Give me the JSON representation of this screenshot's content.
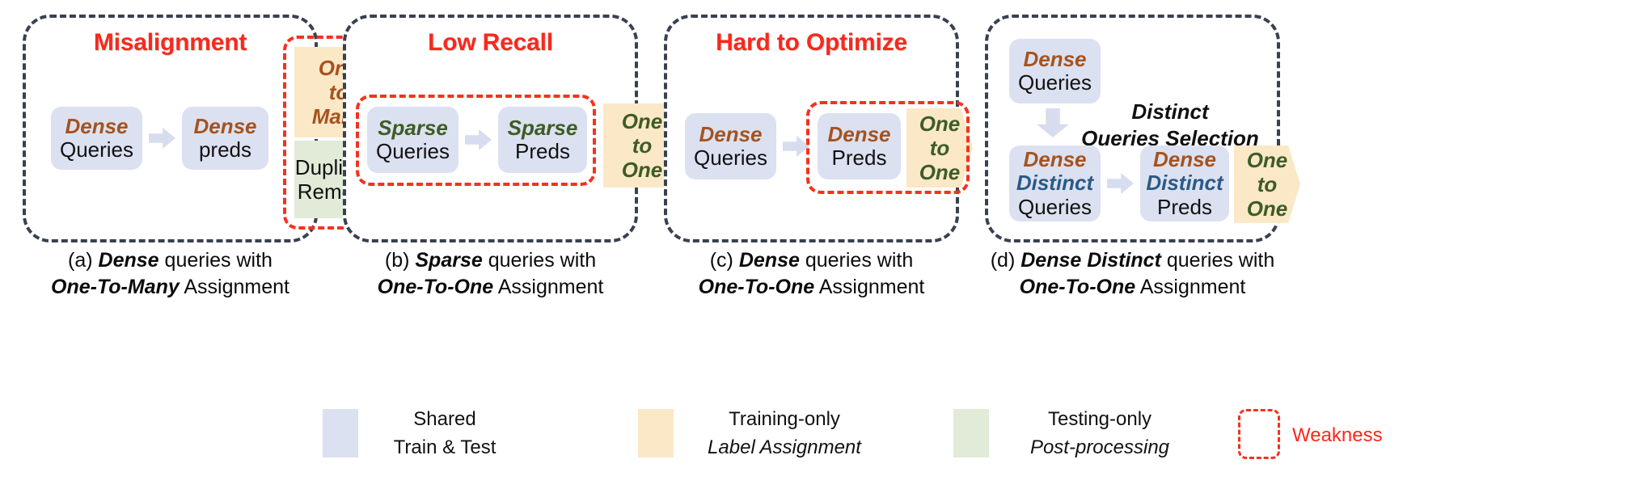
{
  "figure": {
    "type": "diagram",
    "description": "Four-panel comparison of query/assignment designs for detection, with a shared legend."
  },
  "panels": [
    {
      "id": "a",
      "title": "Misalignment",
      "caption_line1_prefix": "(a) ",
      "caption_line1_em": "Dense",
      "caption_line1_suffix": " queries with",
      "caption_line2_em": "One-To-Many",
      "caption_line2_suffix": " Assignment",
      "nodes": [
        {
          "name": "queries-box",
          "line1": "Dense",
          "line1_color": "brown",
          "line2": "Queries"
        },
        {
          "name": "preds-box",
          "line1": "Dense",
          "line1_color": "brown",
          "line2": "preds"
        },
        {
          "name": "one-to-many-chevron",
          "lines": [
            "One",
            "to",
            "Many"
          ],
          "fill": "yellow",
          "text_color": "brown"
        },
        {
          "name": "duplicate-removal-chevron",
          "lines": [
            "Duplicate",
            "Removal"
          ],
          "fill": "green",
          "text_color": "black"
        }
      ],
      "weakness_region": "one-to-many-and-duplicate-removal"
    },
    {
      "id": "b",
      "title": "Low Recall",
      "caption_line1_prefix": "(b) ",
      "caption_line1_em": "Sparse",
      "caption_line1_suffix": " queries with",
      "caption_line2_em": "One-To-One",
      "caption_line2_suffix": " Assignment",
      "nodes": [
        {
          "name": "queries-box",
          "line1": "Sparse",
          "line1_color": "green",
          "line2": "Queries"
        },
        {
          "name": "preds-box",
          "line1": "Sparse",
          "line1_color": "green",
          "line2": "Preds"
        },
        {
          "name": "one-to-one-chevron",
          "lines": [
            "One",
            "to",
            "One"
          ],
          "fill": "yellow",
          "text_color": "green"
        }
      ],
      "weakness_region": "sparse-queries-and-preds"
    },
    {
      "id": "c",
      "title": "Hard to Optimize",
      "caption_line1_prefix": "(c) ",
      "caption_line1_em": "Dense",
      "caption_line1_suffix": " queries with",
      "caption_line2_em": "One-To-One",
      "caption_line2_suffix": " Assignment",
      "nodes": [
        {
          "name": "queries-box",
          "line1": "Dense",
          "line1_color": "brown",
          "line2": "Queries"
        },
        {
          "name": "preds-box",
          "line1": "Dense",
          "line1_color": "brown",
          "line2": "Preds"
        },
        {
          "name": "one-to-one-chevron",
          "lines": [
            "One",
            "to",
            "One"
          ],
          "fill": "yellow",
          "text_color": "green"
        }
      ],
      "weakness_region": "dense-preds-and-one-to-one"
    },
    {
      "id": "d",
      "title": "",
      "caption_line1_prefix": "(d) ",
      "caption_line1_em": "Dense Distinct",
      "caption_line1_suffix": " queries with",
      "caption_line2_em": "One-To-One",
      "caption_line2_suffix": " Assignment",
      "step_label_line1": "Distinct",
      "step_label_line2": "Queries Selection",
      "nodes": [
        {
          "name": "dense-queries-box",
          "line1": "Dense",
          "line1_color": "brown",
          "line2": "Queries"
        },
        {
          "name": "dense-distinct-queries-box",
          "line1": "Dense",
          "line1_color": "brown",
          "line2": "Distinct",
          "line2_color": "blue",
          "line3": "Queries"
        },
        {
          "name": "dense-distinct-preds-box",
          "line1": "Dense",
          "line1_color": "brown",
          "line2": "Distinct",
          "line2_color": "blue",
          "line3": "Preds"
        },
        {
          "name": "one-to-one-chevron",
          "lines": [
            "One",
            "to",
            "One"
          ],
          "fill": "yellow",
          "text_color": "green"
        }
      ],
      "weakness_region": null
    }
  ],
  "legend": {
    "items": [
      {
        "swatch": "blue",
        "line1": "Shared",
        "line2": "Train & Test",
        "line2_italic": false
      },
      {
        "swatch": "yellow",
        "line1": "Training-only",
        "line2": "Label Assignment",
        "line2_italic": true
      },
      {
        "swatch": "green",
        "line1": "Testing-only",
        "line2": "Post-processing",
        "line2_italic": true
      },
      {
        "swatch": "dash",
        "line1": "Weakness",
        "line2": "",
        "line2_italic": false
      }
    ]
  },
  "colors": {
    "panel_border": "#39414f",
    "weakness_red": "#f4321f",
    "title_red": "#f8291c",
    "box_blue": "#dce1f1",
    "chevron_yellow": "#fbe8c6",
    "chevron_green": "#e1ebd8",
    "dense_brown": "#a5531f",
    "sparse_green": "#3d5c26",
    "distinct_blue": "#2a5a86"
  }
}
